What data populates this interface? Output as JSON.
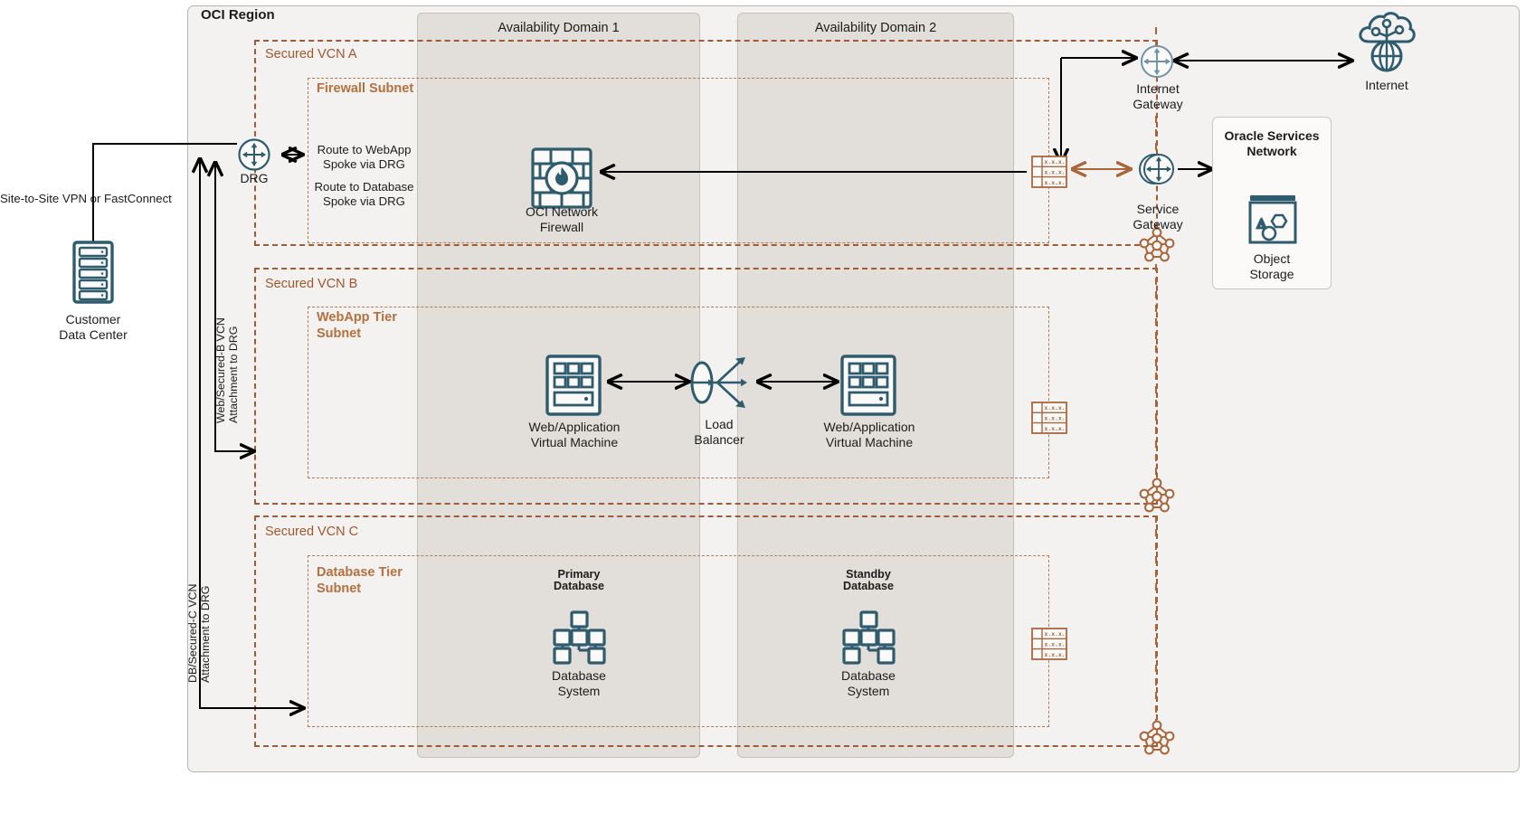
{
  "diagram": {
    "title": "OCI Region",
    "type": "network-architecture"
  },
  "region": {
    "label": "OCI Region"
  },
  "availability_domains": [
    {
      "label": "Availability Domain 1"
    },
    {
      "label": "Availability Domain 2"
    }
  ],
  "vcns": [
    {
      "label": "Secured VCN A",
      "subnet": {
        "label": "Firewall Subnet"
      },
      "routes": [
        "Route to WebApp\nSpoke via DRG",
        "Route to Database\nSpoke via DRG"
      ]
    },
    {
      "label": "Secured VCN B",
      "subnet": {
        "label": "WebApp Tier\nSubnet"
      }
    },
    {
      "label": "Secured VCN C",
      "subnet": {
        "label": "Database Tier\nSubnet"
      }
    }
  ],
  "route_notes": {
    "webapp": "Route to WebApp",
    "webapp2": "Spoke via DRG",
    "database": "Route to Database",
    "database2": "Spoke via DRG"
  },
  "on_premises": {
    "connection_label": "Site-to-Site VPN or FastConnect",
    "datacenter_label_1": "Customer",
    "datacenter_label_2": "Data Center"
  },
  "drg": {
    "label": "DRG",
    "attachment_web": "Web/Secured-B VCN\nAttachment to DRG",
    "attachment_web_line1": "Web/Secured-B VCN",
    "attachment_web_line2": "Attachment to DRG",
    "attachment_db_line1": "DB/Secured-C VCN",
    "attachment_db_line2": "Attachment to DRG"
  },
  "components": {
    "firewall_line1": "OCI Network",
    "firewall_line2": "Firewall",
    "vm_line1": "Web/Application",
    "vm_line2": "Virtual Machine",
    "load_balancer_line1": "Load",
    "load_balancer_line2": "Balancer",
    "primary_db_line1": "Primary",
    "primary_db_line2": "Database",
    "standby_db_line1": "Standby",
    "standby_db_line2": "Database",
    "db_system_line1": "Database",
    "db_system_line2": "System",
    "internet_gateway_line1": "Internet",
    "internet_gateway_line2": "Gateway",
    "service_gateway_line1": "Service",
    "service_gateway_line2": "Gateway",
    "internet_label": "Internet",
    "osn_line1": "Oracle Services",
    "osn_line2": "Network",
    "object_storage_line1": "Object",
    "object_storage_line2": "Storage"
  },
  "route_tables": {
    "cell_text": "x.x.x.",
    "rows": 3,
    "count": 3
  },
  "colors": {
    "region_bg": "#f4f2f0",
    "ad_bg": "#e2ded9",
    "vcn_dash": "#9e5c36",
    "subnet_dash": "#b57a52",
    "vcn_label": "#a1562d",
    "subnet_label": "#b5703d",
    "icon_teal": "#2e5c6e",
    "copper": "#a9663c",
    "arrow_black": "#000000",
    "text": "#1c1c1c"
  },
  "icon_names": [
    "drg-icon",
    "server-rack-icon",
    "network-firewall-icon",
    "virtual-machine-icon",
    "load-balancer-icon",
    "database-system-icon",
    "internet-gateway-icon",
    "service-gateway-icon",
    "internet-cloud-icon",
    "object-storage-icon",
    "route-table-icon",
    "vcn-attachment-mesh-icon"
  ]
}
